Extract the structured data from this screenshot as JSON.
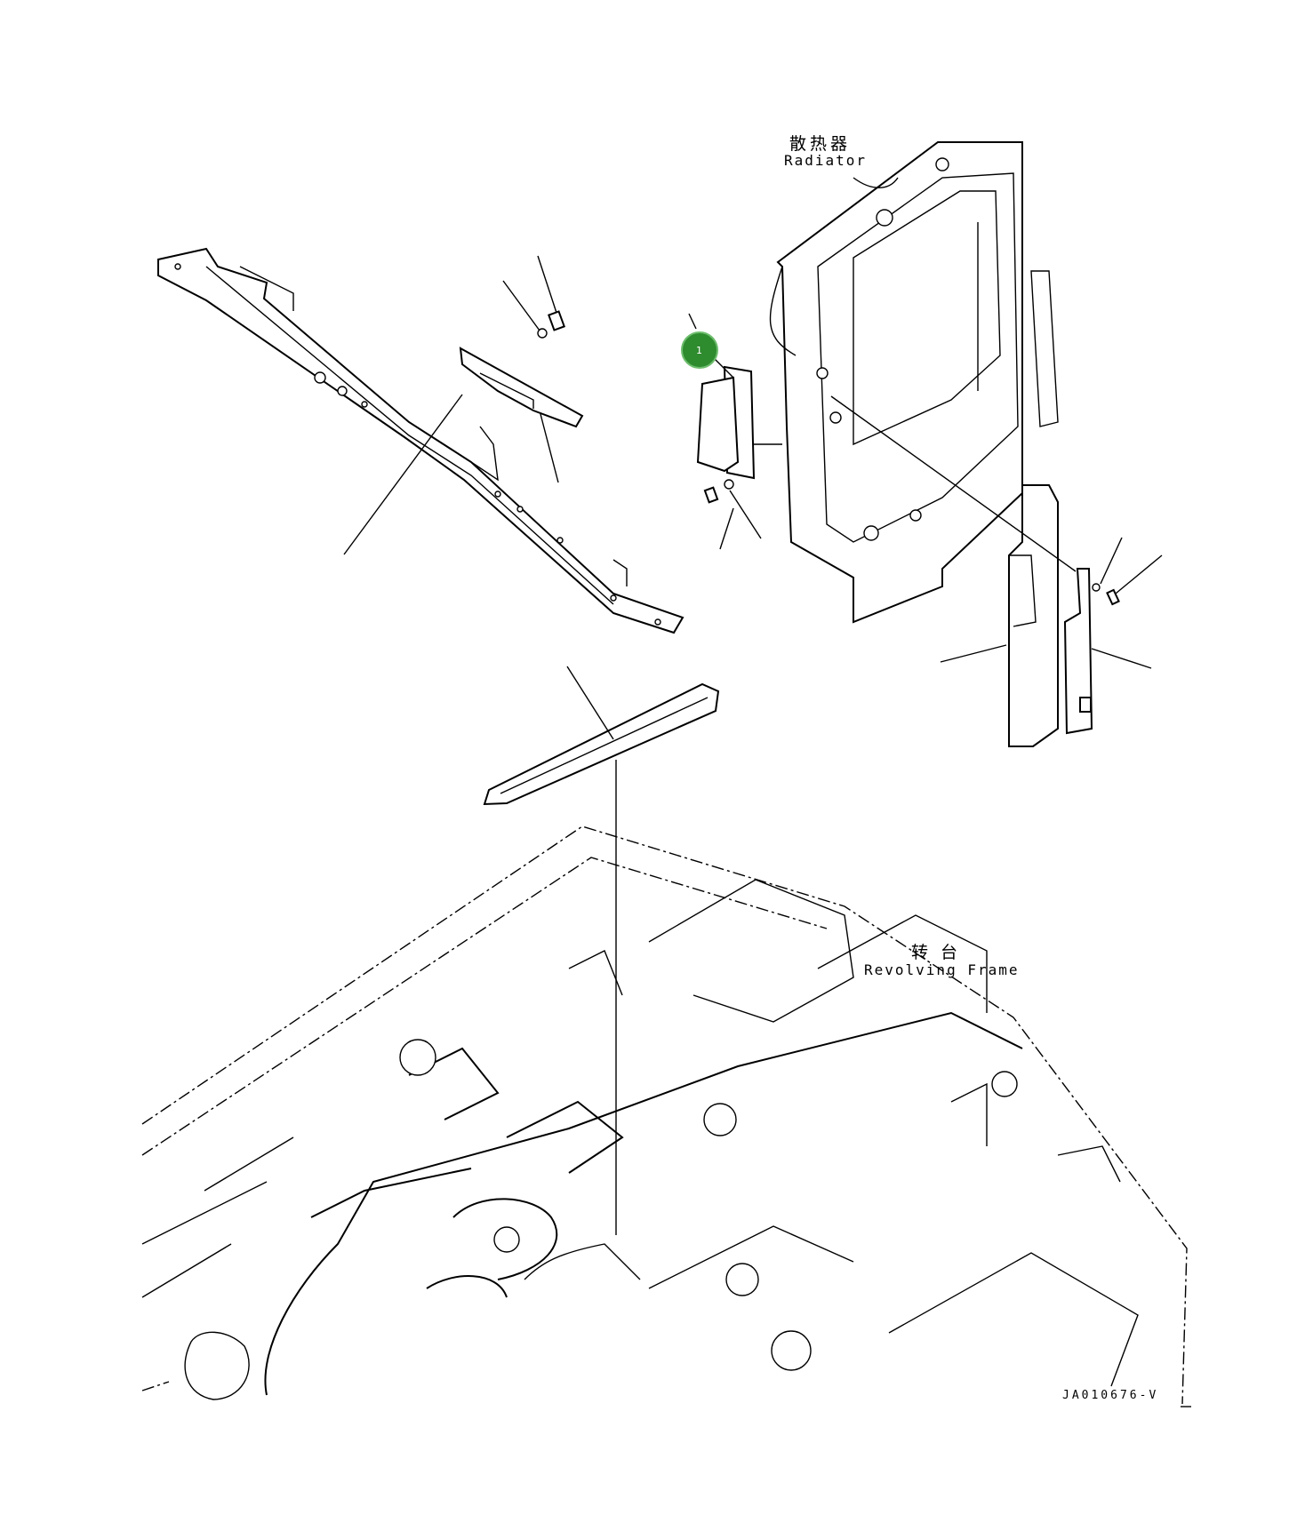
{
  "labels": {
    "radiator_cn": "散热器",
    "radiator_en": "Radiator",
    "revolving_frame_cn": "转 台",
    "revolving_frame_en": "Revolving Frame",
    "drawing_code": "JA010676-V"
  },
  "callouts": [
    {
      "number": "1",
      "color": "#2e8b2e"
    }
  ]
}
